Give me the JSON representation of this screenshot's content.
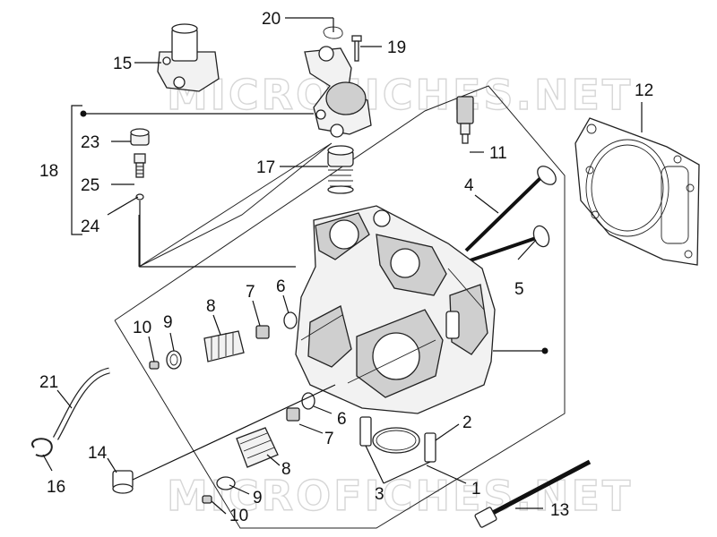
{
  "watermark": "MICROFICHES.NET",
  "callouts": [
    {
      "id": "1",
      "text": "1"
    },
    {
      "id": "2",
      "text": "2"
    },
    {
      "id": "3",
      "text": "3"
    },
    {
      "id": "4",
      "text": "4"
    },
    {
      "id": "5",
      "text": "5"
    },
    {
      "id": "6a",
      "text": "6"
    },
    {
      "id": "6b",
      "text": "6"
    },
    {
      "id": "7a",
      "text": "7"
    },
    {
      "id": "7b",
      "text": "7"
    },
    {
      "id": "8a",
      "text": "8"
    },
    {
      "id": "8b",
      "text": "8"
    },
    {
      "id": "9a",
      "text": "9"
    },
    {
      "id": "9b",
      "text": "9"
    },
    {
      "id": "10a",
      "text": "10"
    },
    {
      "id": "10b",
      "text": "10"
    },
    {
      "id": "11",
      "text": "11"
    },
    {
      "id": "12",
      "text": "12"
    },
    {
      "id": "13",
      "text": "13"
    },
    {
      "id": "14",
      "text": "14"
    },
    {
      "id": "15",
      "text": "15"
    },
    {
      "id": "16",
      "text": "16"
    },
    {
      "id": "17",
      "text": "17"
    },
    {
      "id": "18",
      "text": "18"
    },
    {
      "id": "19",
      "text": "19"
    },
    {
      "id": "20",
      "text": "20"
    },
    {
      "id": "21",
      "text": "21"
    },
    {
      "id": "23",
      "text": "23"
    },
    {
      "id": "24",
      "text": "24"
    },
    {
      "id": "25",
      "text": "25"
    }
  ]
}
